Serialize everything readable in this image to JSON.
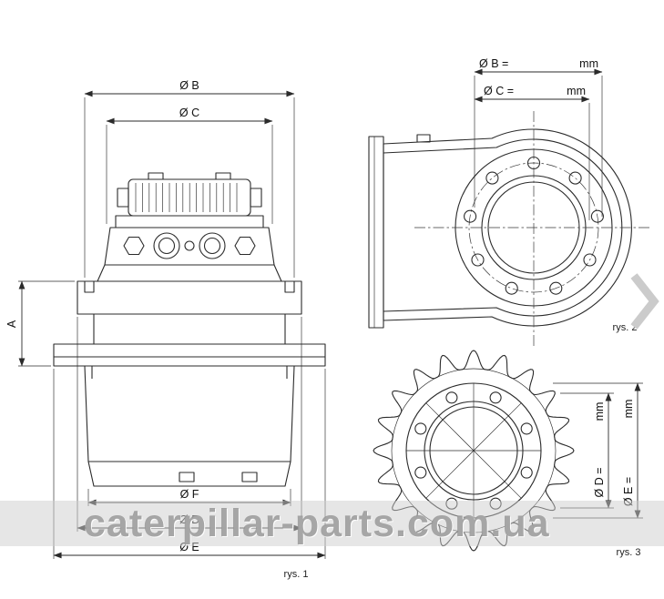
{
  "colors": {
    "line": "#2b2b2b",
    "dim_text": "#111111",
    "watermark_band": "rgba(206,206,206,0.5)",
    "watermark_text": "#969696",
    "gallery_arrow": "#cbcbcb"
  },
  "watermark": {
    "text": "caterpillar-parts.com.ua"
  },
  "icons": {
    "gallery_next": "chevron-right"
  },
  "fig1": {
    "caption": "rys. 1",
    "dims": {
      "b": "Ø B",
      "c": "Ø C",
      "a": "A",
      "f": "Ø F",
      "d": "Ø D",
      "e": "Ø E"
    }
  },
  "fig2": {
    "caption": "rys. 2",
    "dims": {
      "b_label": "Ø B =",
      "b_unit": "mm",
      "c_label": "Ø C =",
      "c_unit": "mm"
    }
  },
  "fig3": {
    "caption": "rys. 3",
    "dims": {
      "d_label": "Ø D =",
      "d_unit": "mm",
      "e_label": "Ø E =",
      "e_unit": "mm"
    }
  }
}
